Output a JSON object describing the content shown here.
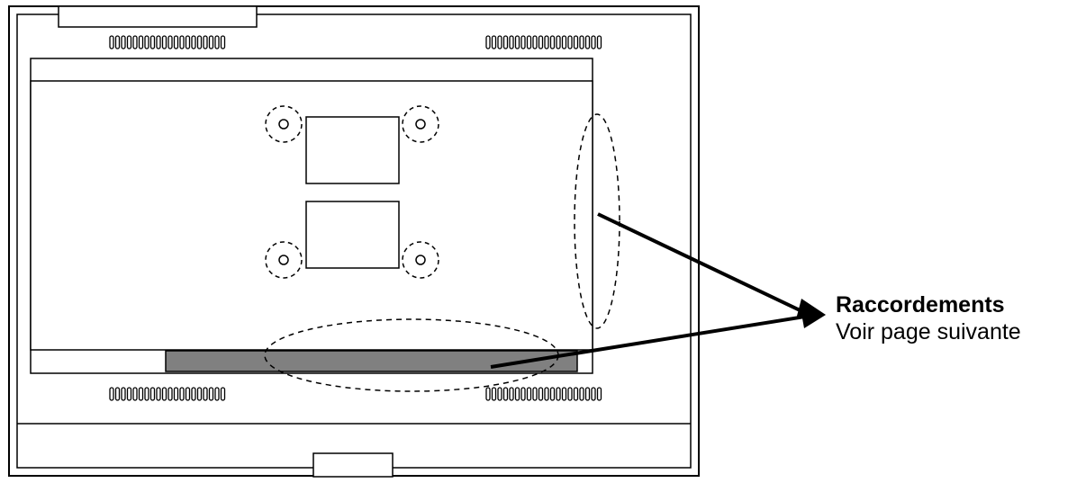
{
  "callout": {
    "title": "Raccordements",
    "subtitle": "Voir page suivante"
  },
  "colors": {
    "stroke": "#000000",
    "connector_strip": "#808080",
    "background": "#ffffff"
  },
  "vent_slot_count": 20
}
